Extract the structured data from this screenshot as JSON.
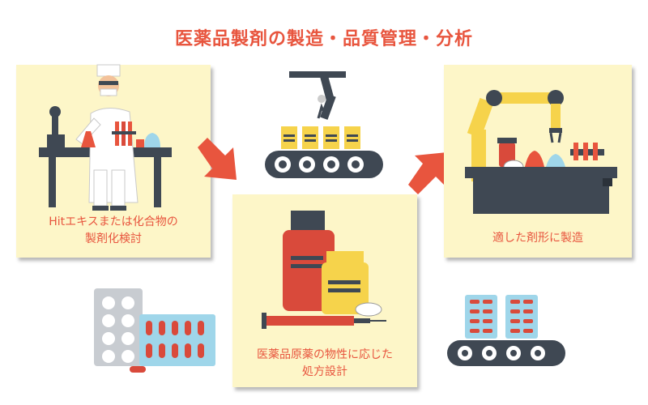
{
  "title": "医薬品製剤の製造・品質管理・分析",
  "steps": [
    {
      "lines": [
        "Hitエキスまたは化合物の",
        "製剤化検討"
      ]
    },
    {
      "lines": [
        "医薬品原薬の物性に応じた",
        "処方設計"
      ]
    },
    {
      "lines": [
        "適した剤形に製造"
      ]
    }
  ],
  "colors": {
    "accent": "#e8553e",
    "card": "#fdf6c8",
    "dark": "#3f4853",
    "bottle_red": "#d94a3b",
    "bottle_yellow": "#f6d34b"
  },
  "icons": [
    "scientist-at-lab-bench-icon",
    "robot-arm-over-conveyor-icon",
    "robot-arm-lab-icon",
    "medicine-bottles-icon",
    "blister-packs-icon",
    "blister-conveyor-icon",
    "arrow-icon"
  ]
}
